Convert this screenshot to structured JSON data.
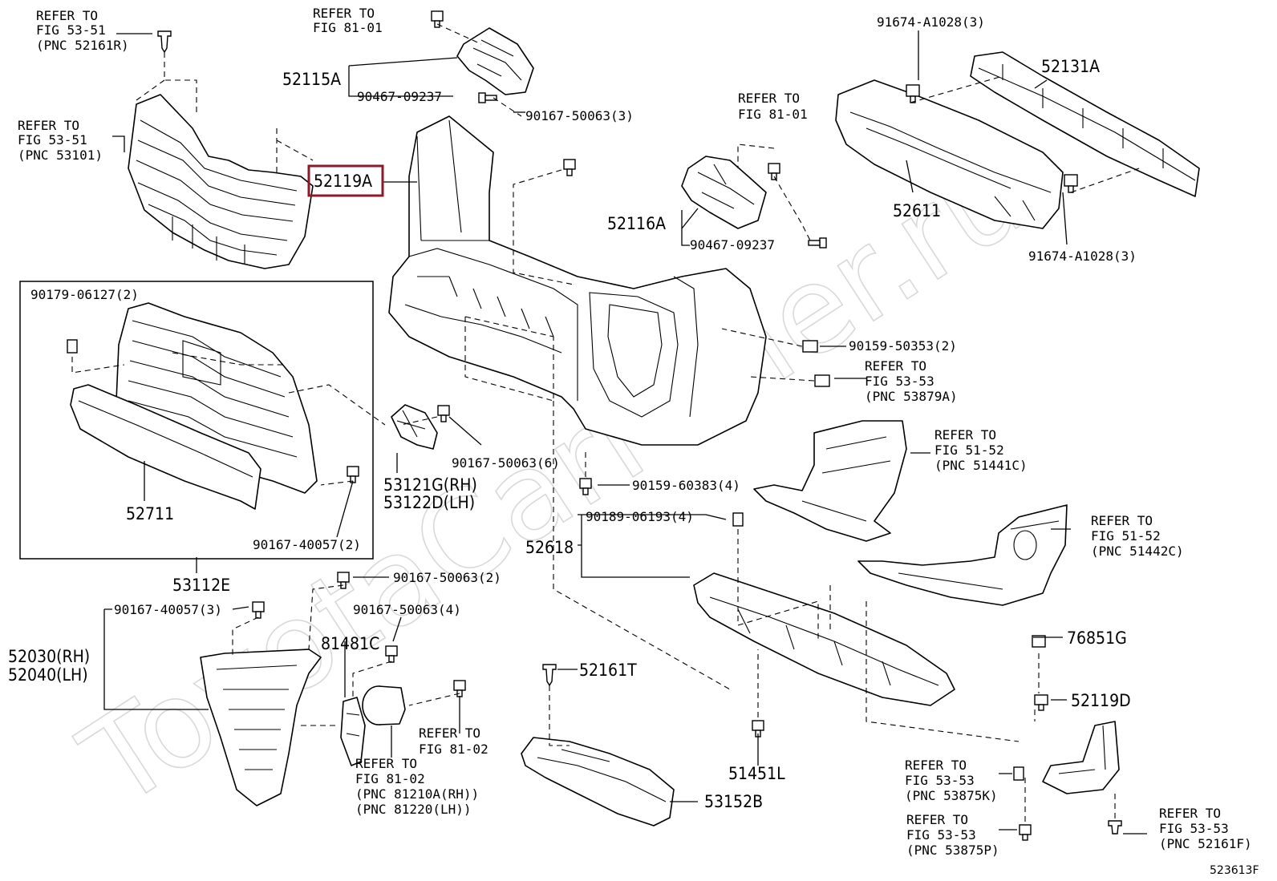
{
  "diagram_id": "523613F",
  "watermark": "ToyotaCarMiner.ru",
  "highlighted_part": "52119A",
  "labels": {
    "r1a": "REFER TO",
    "r1b": "FIG 53-51",
    "r1c": "(PNC 52161R)",
    "r2a": "REFER TO",
    "r2b": "FIG 81-01",
    "r3a": "REFER TO",
    "r3b": "FIG 53-51",
    "r3c": "(PNC 53101)",
    "p52115A": "52115A",
    "p90467a": "90467-09237",
    "p90167_63a": "90167-50063(3)",
    "p52119A": "52119A",
    "r4a": "REFER TO",
    "r4b": "FIG 81-01",
    "p52116A": "52116A",
    "p90467b": "90467-09237",
    "p91674a": "91674-A1028(3)",
    "p52131A": "52131A",
    "p52611": "52611",
    "p91674b": "91674-A1028(3)",
    "p90179": "90179-06127(2)",
    "p90159_53": "90159-50353(2)",
    "r5a": "REFER TO",
    "r5b": "FIG 53-53",
    "r5c": "(PNC 53879A)",
    "r6a": "REFER TO",
    "r6b": "FIG 51-52",
    "r6c": "(PNC 51441C)",
    "p90167_63b": "90167-50063(6)",
    "p53121G": "53121G(RH)",
    "p53122D": "53122D(LH)",
    "p90159_83": "90159-60383(4)",
    "p52711": "52711",
    "p90167_57a": "90167-40057(2)",
    "p90189": "90189-06193(4)",
    "p52618": "52618",
    "r7a": "REFER TO",
    "r7b": "FIG 51-52",
    "r7c": "(PNC 51442C)",
    "p53112E": "53112E",
    "p90167_63c": "90167-50063(2)",
    "p90167_57b": "90167-40057(3)",
    "p90167_63d": "90167-50063(4)",
    "p52030": "52030(RH)",
    "p52040": "52040(LH)",
    "p81481C": "81481C",
    "p76851G": "76851G",
    "p52161T": "52161T",
    "p52119D": "52119D",
    "r8a": "REFER TO",
    "r8b": "FIG 81-02",
    "r9a": "REFER TO",
    "r9b": "FIG 81-02",
    "r9c": "(PNC 81210A(RH))",
    "r9d": "(PNC 81220(LH))",
    "p51451L": "51451L",
    "r10a": "REFER TO",
    "r10b": "FIG 53-53",
    "r10c": "(PNC 53875K)",
    "p53152B": "53152B",
    "r11a": "REFER TO",
    "r11b": "FIG 53-53",
    "r11c": "(PNC 53875P)",
    "r12a": "REFER TO",
    "r12b": "FIG 53-53",
    "r12c": "(PNC 52161F)"
  }
}
